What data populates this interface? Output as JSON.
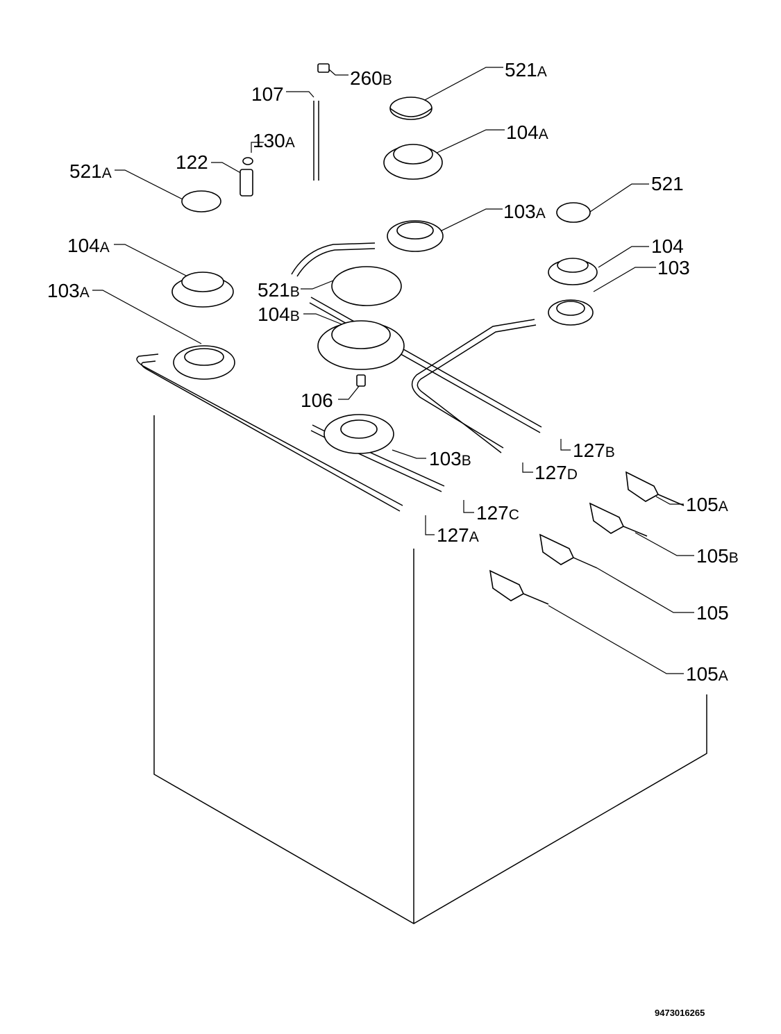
{
  "diagram": {
    "drawing_number": "9473016265",
    "labels": [
      {
        "key": "l_260b",
        "num": "260",
        "sfx": "B"
      },
      {
        "key": "l_107",
        "num": "107",
        "sfx": ""
      },
      {
        "key": "l_521a_top",
        "num": "521",
        "sfx": "A"
      },
      {
        "key": "l_130a",
        "num": "130",
        "sfx": "A"
      },
      {
        "key": "l_104a_top",
        "num": "104",
        "sfx": "A"
      },
      {
        "key": "l_122",
        "num": "122",
        "sfx": ""
      },
      {
        "key": "l_521a_left",
        "num": "521",
        "sfx": "A"
      },
      {
        "key": "l_521",
        "num": "521",
        "sfx": ""
      },
      {
        "key": "l_103a_top",
        "num": "103",
        "sfx": "A"
      },
      {
        "key": "l_104a_left",
        "num": "104",
        "sfx": "A"
      },
      {
        "key": "l_104",
        "num": "104",
        "sfx": ""
      },
      {
        "key": "l_103",
        "num": "103",
        "sfx": ""
      },
      {
        "key": "l_521b",
        "num": "521",
        "sfx": "B"
      },
      {
        "key": "l_103a_left",
        "num": "103",
        "sfx": "A"
      },
      {
        "key": "l_104b",
        "num": "104",
        "sfx": "B"
      },
      {
        "key": "l_106",
        "num": "106",
        "sfx": ""
      },
      {
        "key": "l_127b",
        "num": "127",
        "sfx": "B"
      },
      {
        "key": "l_103b",
        "num": "103",
        "sfx": "B"
      },
      {
        "key": "l_127d",
        "num": "127",
        "sfx": "D"
      },
      {
        "key": "l_105a_top",
        "num": "105",
        "sfx": "A"
      },
      {
        "key": "l_127c",
        "num": "127",
        "sfx": "C"
      },
      {
        "key": "l_127a",
        "num": "127",
        "sfx": "A"
      },
      {
        "key": "l_105b",
        "num": "105",
        "sfx": "B"
      },
      {
        "key": "l_105",
        "num": "105",
        "sfx": ""
      },
      {
        "key": "l_105a_bottom",
        "num": "105",
        "sfx": "A"
      }
    ]
  }
}
